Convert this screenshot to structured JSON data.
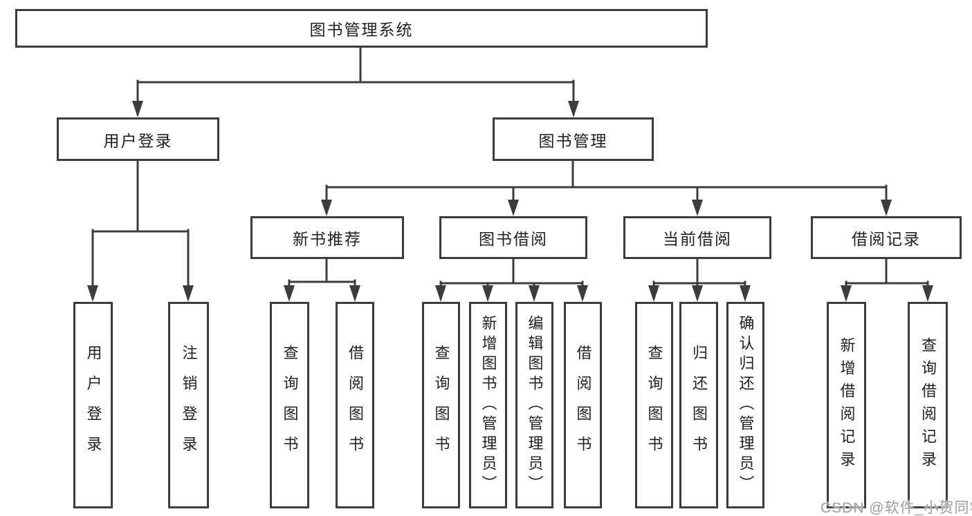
{
  "diagram_title": "图书管理系统",
  "watermark": "CSDN @软件_小贺同学",
  "colors": {
    "line": "#3c3c3c",
    "text": "#212121",
    "background": "#ffffff",
    "watermark": "#9e9e9e"
  },
  "root": {
    "label": "图书管理系统"
  },
  "branches": [
    {
      "label": "用户登录",
      "children": [
        {
          "label": "用户登录"
        },
        {
          "label": "注销登录"
        }
      ]
    },
    {
      "label": "图书管理",
      "children": [
        {
          "label": "新书推荐",
          "children": [
            {
              "label": "查询图书"
            },
            {
              "label": "借阅图书"
            }
          ]
        },
        {
          "label": "图书借阅",
          "children": [
            {
              "label": "查询图书"
            },
            {
              "label": "新增图书（管理员）"
            },
            {
              "label": "编辑图书（管理员）"
            },
            {
              "label": "借阅图书"
            }
          ]
        },
        {
          "label": "当前借阅",
          "children": [
            {
              "label": "查询图书"
            },
            {
              "label": "归还图书"
            },
            {
              "label": "确认归还（管理员）"
            }
          ]
        },
        {
          "label": "借阅记录",
          "children": [
            {
              "label": "新增借阅记录"
            },
            {
              "label": "查询借阅记录"
            }
          ]
        }
      ]
    }
  ]
}
